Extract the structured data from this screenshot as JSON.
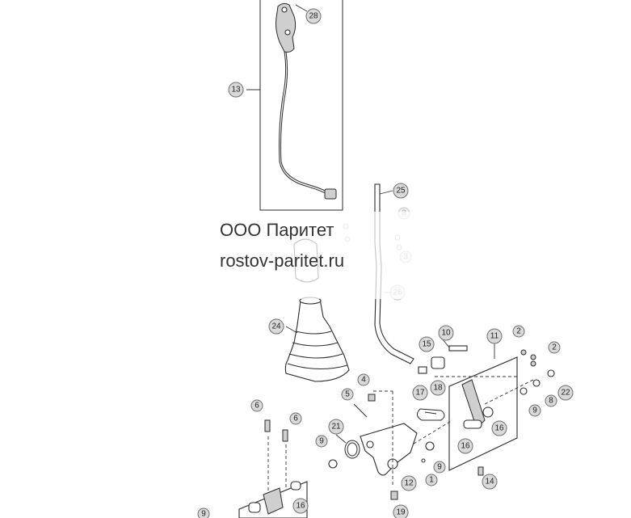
{
  "callouts": [
    {
      "id": "c28",
      "label": "28"
    },
    {
      "id": "c13",
      "label": "13"
    },
    {
      "id": "c25",
      "label": "25"
    },
    {
      "id": "c3a",
      "label": "3"
    },
    {
      "id": "c3b",
      "label": "3"
    },
    {
      "id": "c26",
      "label": "26"
    },
    {
      "id": "c24",
      "label": "24"
    },
    {
      "id": "c10",
      "label": "10"
    },
    {
      "id": "c15",
      "label": "15"
    },
    {
      "id": "c11",
      "label": "11"
    },
    {
      "id": "c2a",
      "label": "2"
    },
    {
      "id": "c2b",
      "label": "2"
    },
    {
      "id": "c18",
      "label": "18"
    },
    {
      "id": "c4",
      "label": "4"
    },
    {
      "id": "c5",
      "label": "5"
    },
    {
      "id": "c17",
      "label": "17"
    },
    {
      "id": "c22",
      "label": "22"
    },
    {
      "id": "c8",
      "label": "8"
    },
    {
      "id": "c9a",
      "label": "9"
    },
    {
      "id": "c6a",
      "label": "6"
    },
    {
      "id": "c6b",
      "label": "6"
    },
    {
      "id": "c21",
      "label": "21"
    },
    {
      "id": "c16a",
      "label": "16"
    },
    {
      "id": "c16b",
      "label": "16"
    },
    {
      "id": "c9b",
      "label": "9"
    },
    {
      "id": "c9c",
      "label": "9"
    },
    {
      "id": "c12",
      "label": "12"
    },
    {
      "id": "c1",
      "label": "1"
    },
    {
      "id": "c14",
      "label": "14"
    },
    {
      "id": "c16c",
      "label": "16"
    },
    {
      "id": "c19",
      "label": "19"
    },
    {
      "id": "c9d",
      "label": "9"
    }
  ],
  "watermark": {
    "line1": "ООО Паритет",
    "line2": "rostov-paritet.ru"
  }
}
